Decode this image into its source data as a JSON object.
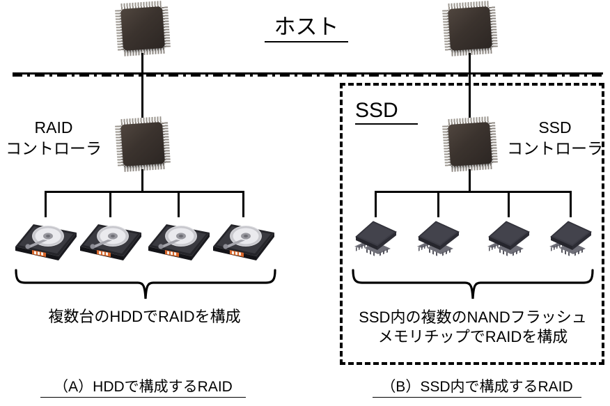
{
  "diagram": {
    "title_host": "ホスト",
    "divider": "host-boundary-dash-dot-line"
  },
  "left_panel": {
    "controller_label_line1": "RAID",
    "controller_label_line2": "コントローラ",
    "device_count": 4,
    "device_type": "hdd",
    "brace_caption": "複数台のHDDでRAIDを構成",
    "figure_caption": "（A）HDDで構成するRAID"
  },
  "right_panel": {
    "enclosure_label": "SSD",
    "controller_label_line1": "SSD",
    "controller_label_line2": "コントローラ",
    "device_count": 4,
    "device_type": "nand-flash-chip",
    "brace_caption_line1": "SSD内の複数のNANDフラッシュ",
    "brace_caption_line2": "メモリチップでRAIDを構成",
    "figure_caption": "（B）SSD内で構成するRAID"
  },
  "colors": {
    "background": "#ffffff",
    "ink": "#000000",
    "chip_body_dark": "#2c2623",
    "chip_body_light": "#50463f",
    "chip_pin": "#9a948d",
    "nand_body": "#33333a",
    "hdd_case": "#2a2a2e",
    "hdd_platter": "#d5d5d8",
    "hdd_connector": "#d9662a"
  },
  "icons": {
    "controller": "microchip-qfp-icon",
    "storage_left": "hard-disk-drive-icon",
    "storage_right": "nand-flash-chip-icon",
    "enclosure": "dashed-boundary-box",
    "separator": "dash-dot-divider",
    "grouping": "curly-brace"
  }
}
